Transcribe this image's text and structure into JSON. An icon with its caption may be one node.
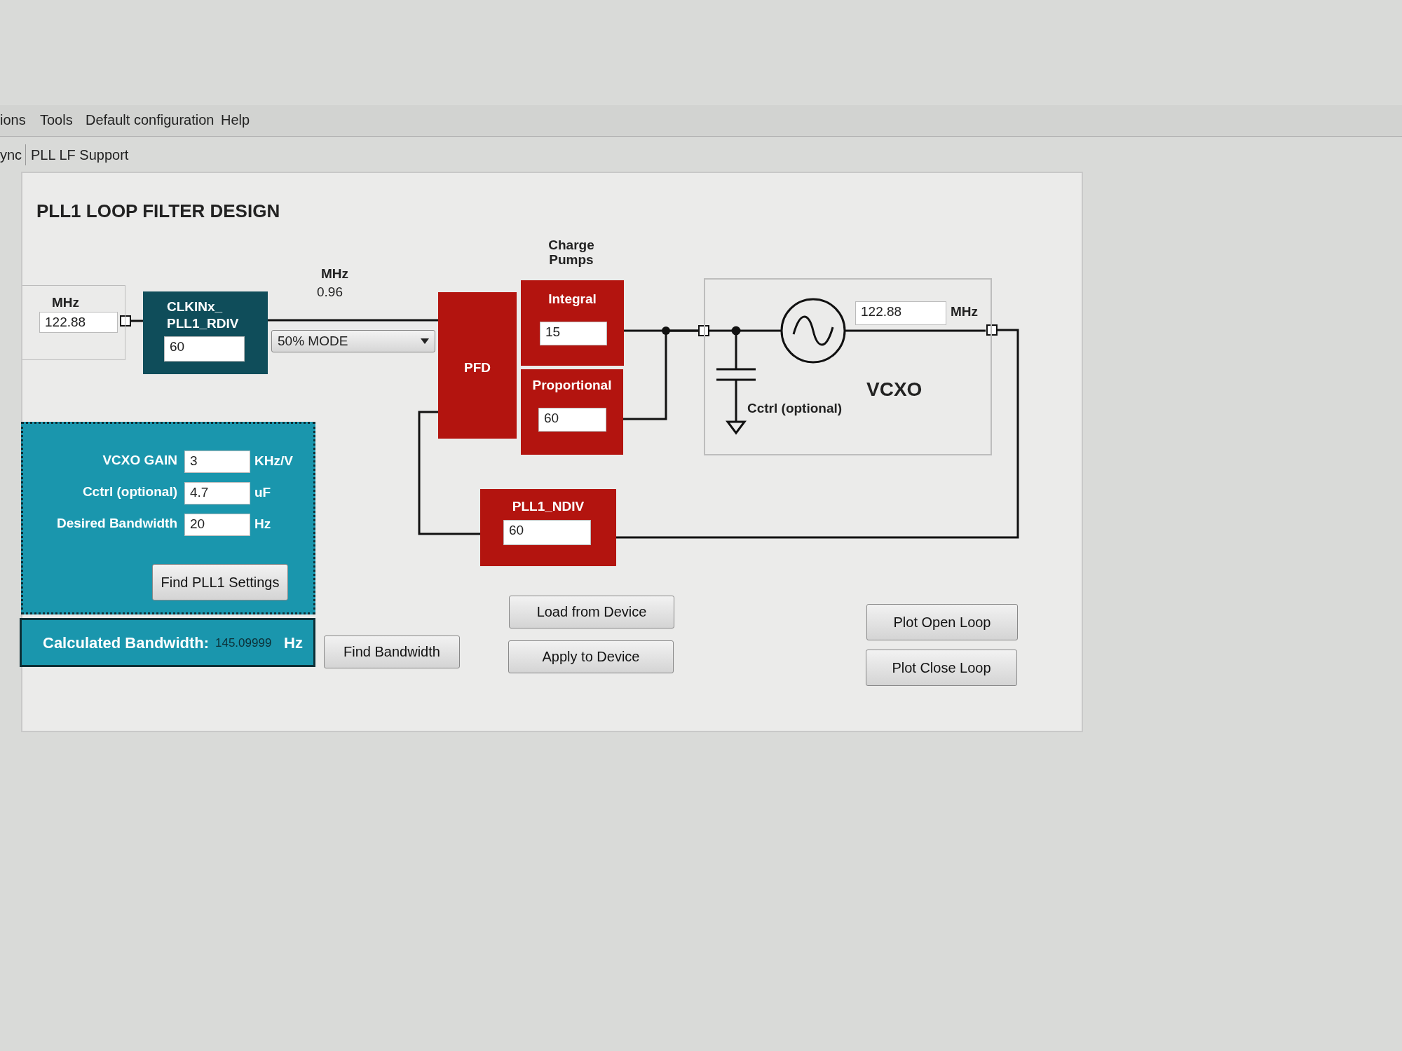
{
  "diagram": {
    "nodes": [
      {
        "text": [
          "PLL1 LOOP FILTER DESIGN"
        ]
      },
      {
        "text": [
          "MHz",
          "122.88"
        ],
        "in": 0
      },
      {
        "text": [
          "CLKINx_ PLL1_RDIV",
          "60"
        ],
        "in": 0
      },
      {
        "text": [
          "50% MODE"
        ],
        "in": 0
      },
      {
        "text": [
          "PFD"
        ],
        "in": 0
      },
      {
        "text": [
          "Integral",
          "15"
        ],
        "in": 0
      },
      {
        "text": [
          "Proportional",
          "60"
        ],
        "in": 0
      },
      {
        "text": [
          "122.88",
          "MHz",
          "VCXO",
          "Cctrl (optional)"
        ],
        "in": 0
      },
      {
        "text": [
          "PLL1_NDIV",
          "60"
        ],
        "in": 0
      },
      {
        "text": [
          "VCXO GAIN",
          "3",
          "KHz/V",
          "Cctrl (optional)",
          "4.7",
          "uF",
          "Desired Bandwidth",
          "20",
          "Hz"
        ],
        "in": 0
      },
      {
        "text": [
          "Find PLL1 Settings"
        ],
        "in": 9
      },
      {
        "text": [
          "Calculated Bandwidth:",
          "145.09999",
          "Hz"
        ],
        "in": 0
      },
      {
        "text": [
          "Find Bandwidth"
        ],
        "in": 0
      },
      {
        "text": [
          "Load from Device"
        ],
        "in": 0
      },
      {
        "text": [
          "Apply to Device"
        ],
        "in": 0
      },
      {
        "text": [
          "Plot Open Loop"
        ],
        "in": 0
      },
      {
        "text": [
          "Plot Close Loop"
        ],
        "in": 0
      }
    ],
    "edges": [
      {
        "from": 1,
        "to": 2,
        "arrow": "other"
      },
      {
        "from": 2,
        "to": 4,
        "arrow": "none"
      },
      {
        "from": 5,
        "to": 7,
        "arrow": "other"
      },
      {
        "from": 6,
        "to": 7,
        "arrow": "other"
      },
      {
        "from": 7,
        "to": 8,
        "arrow": "other"
      },
      {
        "from": 8,
        "to": 4,
        "arrow": "none"
      }
    ],
    "labels": [
      "ions",
      "Tools",
      "Default configuration",
      "Help",
      "ync",
      "PLL LF Support",
      "MHz",
      "0.96",
      "Charge Pumps"
    ]
  }
}
